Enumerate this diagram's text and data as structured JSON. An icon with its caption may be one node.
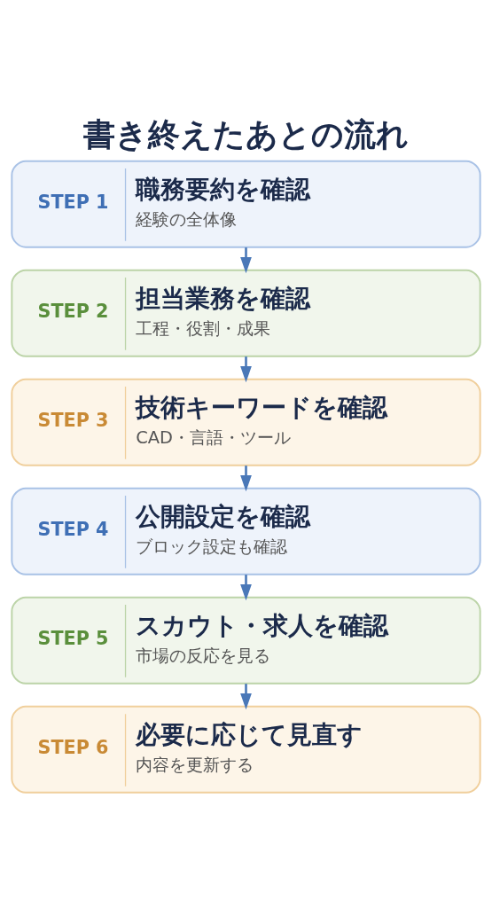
{
  "diagram": {
    "title": "書き終えたあとの流れ",
    "nodes": [
      {
        "text": [
          "STEP 1",
          "職務要約を確認",
          "経験の全体像"
        ]
      },
      {
        "text": [
          "STEP 2",
          "担当業務を確認",
          "工程・役割・成果"
        ]
      },
      {
        "text": [
          "STEP 3",
          "技術キーワードを確認",
          "CAD・言語・ツール"
        ]
      },
      {
        "text": [
          "STEP 4",
          "公開設定を確認",
          "ブロック設定も確認"
        ]
      },
      {
        "text": [
          "STEP 5",
          "スカウト・求人を確認",
          "市場の反応を見る"
        ]
      },
      {
        "text": [
          "STEP 6",
          "必要に応じて見直す",
          "内容を更新する"
        ]
      }
    ],
    "edges": [
      {
        "from": 0,
        "to": 1,
        "arrow": "to"
      },
      {
        "from": 1,
        "to": 2,
        "arrow": "to"
      },
      {
        "from": 2,
        "to": 3,
        "arrow": "to"
      },
      {
        "from": 3,
        "to": 4,
        "arrow": "to"
      },
      {
        "from": 4,
        "to": 5,
        "arrow": "to"
      }
    ]
  }
}
